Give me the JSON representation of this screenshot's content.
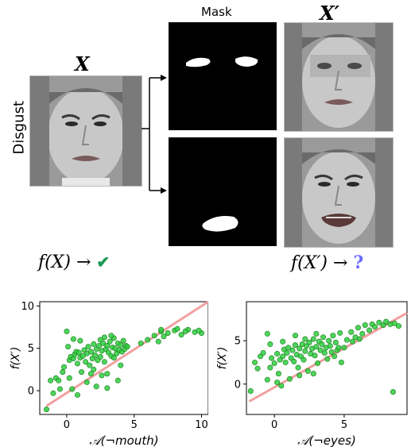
{
  "figure": {
    "mask_title": "Mask",
    "orig_label": "X",
    "cf_label": "X′",
    "emotion_label": "Disgust",
    "formula_left": {
      "text": "f(X) →",
      "mark": "✔"
    },
    "formula_right": {
      "text": "f(X′) →",
      "mark": "?"
    },
    "colors": {
      "check": "#1a9a55",
      "question": "#6b6bff",
      "point_fill": "#2ecc40",
      "point_edge": "#1a7a1a",
      "fit_line": "#f2a0a0"
    }
  },
  "chart_data": [
    {
      "type": "scatter",
      "title": "",
      "xlabel": "𝒜(¬mouth)",
      "ylabel": "f(X′)",
      "xlim": [
        -2,
        10.5
      ],
      "ylim": [
        -2.8,
        10.5
      ],
      "xticks": [
        0,
        5,
        10
      ],
      "yticks": [
        0,
        5,
        10
      ],
      "fit_line": {
        "x": [
          -1.5,
          10.5
        ],
        "y": [
          -1.8,
          10.5
        ]
      },
      "points": [
        [
          -1.5,
          -2.2
        ],
        [
          -1.2,
          1.2
        ],
        [
          -1.0,
          -0.3
        ],
        [
          -0.8,
          1.5
        ],
        [
          -0.6,
          1.2
        ],
        [
          -0.5,
          0.2
        ],
        [
          -0.3,
          2.2
        ],
        [
          -0.2,
          2.8
        ],
        [
          0.0,
          7.0
        ],
        [
          0.1,
          5.2
        ],
        [
          0.2,
          3.6
        ],
        [
          0.3,
          4.0
        ],
        [
          0.4,
          0.2
        ],
        [
          0.5,
          3.8
        ],
        [
          0.6,
          4.3
        ],
        [
          0.7,
          4.6
        ],
        [
          0.8,
          3.2
        ],
        [
          0.9,
          4.5
        ],
        [
          1.0,
          3.9
        ],
        [
          1.1,
          2.2
        ],
        [
          1.2,
          4.1
        ],
        [
          1.3,
          4.8
        ],
        [
          1.4,
          3.4
        ],
        [
          1.5,
          4.4
        ],
        [
          1.6,
          5.2
        ],
        [
          1.7,
          3.0
        ],
        [
          1.8,
          4.6
        ],
        [
          1.9,
          3.8
        ],
        [
          2.0,
          5.5
        ],
        [
          2.0,
          2.5
        ],
        [
          2.1,
          4.2
        ],
        [
          2.2,
          4.9
        ],
        [
          2.3,
          3.6
        ],
        [
          2.4,
          5.3
        ],
        [
          2.5,
          4.0
        ],
        [
          2.5,
          6.0
        ],
        [
          2.6,
          4.7
        ],
        [
          2.7,
          5.6
        ],
        [
          2.8,
          3.4
        ],
        [
          2.9,
          4.9
        ],
        [
          3.0,
          5.3
        ],
        [
          3.0,
          2.0
        ],
        [
          3.1,
          4.5
        ],
        [
          3.2,
          5.8
        ],
        [
          3.3,
          4.1
        ],
        [
          3.4,
          5.1
        ],
        [
          3.5,
          3.9
        ],
        [
          3.5,
          6.2
        ],
        [
          3.6,
          5.0
        ],
        [
          3.7,
          4.4
        ],
        [
          3.8,
          5.6
        ],
        [
          3.9,
          4.8
        ],
        [
          4.0,
          5.4
        ],
        [
          4.0,
          3.0
        ],
        [
          4.1,
          4.6
        ],
        [
          4.2,
          5.9
        ],
        [
          4.3,
          4.9
        ],
        [
          4.4,
          5.3
        ],
        [
          4.5,
          5.2
        ],
        [
          1.5,
          1.0
        ],
        [
          2.2,
          0.5
        ],
        [
          3.0,
          0.3
        ],
        [
          3.8,
          1.2
        ],
        [
          0.8,
          -0.5
        ],
        [
          1.8,
          2.0
        ],
        [
          2.6,
          1.8
        ],
        [
          0.2,
          1.5
        ],
        [
          0.5,
          6.1
        ],
        [
          1.0,
          5.9
        ],
        [
          2.8,
          6.3
        ],
        [
          3.3,
          6.5
        ],
        [
          5.5,
          5.6
        ],
        [
          6.0,
          6.0
        ],
        [
          6.5,
          6.5
        ],
        [
          7.0,
          7.0
        ],
        [
          7.0,
          7.2
        ],
        [
          7.5,
          6.8
        ],
        [
          8.0,
          7.1
        ],
        [
          8.5,
          6.6
        ],
        [
          9.0,
          7.2
        ],
        [
          9.5,
          6.9
        ],
        [
          10.0,
          6.8
        ],
        [
          6.8,
          5.8
        ],
        [
          7.2,
          6.4
        ],
        [
          8.2,
          7.3
        ],
        [
          8.8,
          7.0
        ],
        [
          9.8,
          7.1
        ]
      ]
    },
    {
      "type": "scatter",
      "title": "",
      "xlabel": "𝒜(¬eyes)",
      "ylabel": "f(X′)",
      "xlim": [
        -2,
        9.5
      ],
      "ylim": [
        -3.5,
        9.5
      ],
      "xticks": [
        0,
        5
      ],
      "yticks": [
        0,
        5
      ],
      "fit_line": {
        "x": [
          -1.8,
          9.5
        ],
        "y": [
          -2.0,
          8.2
        ]
      },
      "points": [
        [
          -1.7,
          -0.8
        ],
        [
          -1.4,
          2.5
        ],
        [
          -1.2,
          1.8
        ],
        [
          -1.0,
          3.2
        ],
        [
          -0.8,
          3.6
        ],
        [
          -0.5,
          5.8
        ],
        [
          -0.5,
          0.5
        ],
        [
          -0.3,
          1.9
        ],
        [
          -0.2,
          3.0
        ],
        [
          0.0,
          2.4
        ],
        [
          0.2,
          3.5
        ],
        [
          0.3,
          1.2
        ],
        [
          0.4,
          2.8
        ],
        [
          0.5,
          -0.2
        ],
        [
          0.6,
          3.2
        ],
        [
          0.7,
          4.0
        ],
        [
          0.8,
          2.5
        ],
        [
          0.9,
          3.6
        ],
        [
          1.0,
          4.2
        ],
        [
          1.1,
          0.6
        ],
        [
          1.2,
          3.0
        ],
        [
          1.3,
          3.9
        ],
        [
          1.4,
          2.6
        ],
        [
          1.5,
          4.5
        ],
        [
          1.6,
          3.4
        ],
        [
          1.7,
          1.9
        ],
        [
          1.8,
          4.1
        ],
        [
          1.9,
          3.2
        ],
        [
          2.0,
          4.6
        ],
        [
          2.1,
          2.8
        ],
        [
          2.2,
          3.8
        ],
        [
          2.3,
          4.4
        ],
        [
          2.4,
          1.5
        ],
        [
          2.5,
          4.8
        ],
        [
          2.6,
          3.5
        ],
        [
          2.7,
          4.1
        ],
        [
          2.8,
          5.2
        ],
        [
          2.9,
          3.3
        ],
        [
          3.0,
          4.3
        ],
        [
          3.1,
          2.4
        ],
        [
          3.2,
          4.9
        ],
        [
          3.3,
          3.9
        ],
        [
          3.4,
          4.6
        ],
        [
          3.5,
          5.4
        ],
        [
          3.6,
          3.6
        ],
        [
          3.7,
          4.2
        ],
        [
          3.8,
          2.9
        ],
        [
          3.9,
          5.0
        ],
        [
          4.0,
          4.4
        ],
        [
          4.1,
          3.7
        ],
        [
          4.2,
          5.6
        ],
        [
          4.3,
          3.2
        ],
        [
          4.4,
          4.8
        ],
        [
          4.5,
          3.9
        ],
        [
          4.6,
          4.2
        ],
        [
          4.8,
          2.5
        ],
        [
          0.6,
          4.9
        ],
        [
          1.5,
          5.6
        ],
        [
          2.2,
          5.2
        ],
        [
          3.0,
          5.8
        ],
        [
          -0.3,
          4.6
        ],
        [
          0.2,
          0.2
        ],
        [
          1.8,
          1.0
        ],
        [
          2.8,
          1.2
        ],
        [
          5.2,
          5.1
        ],
        [
          5.5,
          6.0
        ],
        [
          5.8,
          5.4
        ],
        [
          6.0,
          6.5
        ],
        [
          6.3,
          5.8
        ],
        [
          6.5,
          6.8
        ],
        [
          6.8,
          6.2
        ],
        [
          7.0,
          6.9
        ],
        [
          7.2,
          6.6
        ],
        [
          7.5,
          7.1
        ],
        [
          7.8,
          6.8
        ],
        [
          8.0,
          7.2
        ],
        [
          8.3,
          6.9
        ],
        [
          8.6,
          7.0
        ],
        [
          8.9,
          6.7
        ],
        [
          8.5,
          -0.9
        ],
        [
          5.0,
          4.2
        ],
        [
          5.6,
          4.9
        ],
        [
          6.1,
          5.2
        ],
        [
          4.7,
          5.9
        ]
      ]
    }
  ]
}
